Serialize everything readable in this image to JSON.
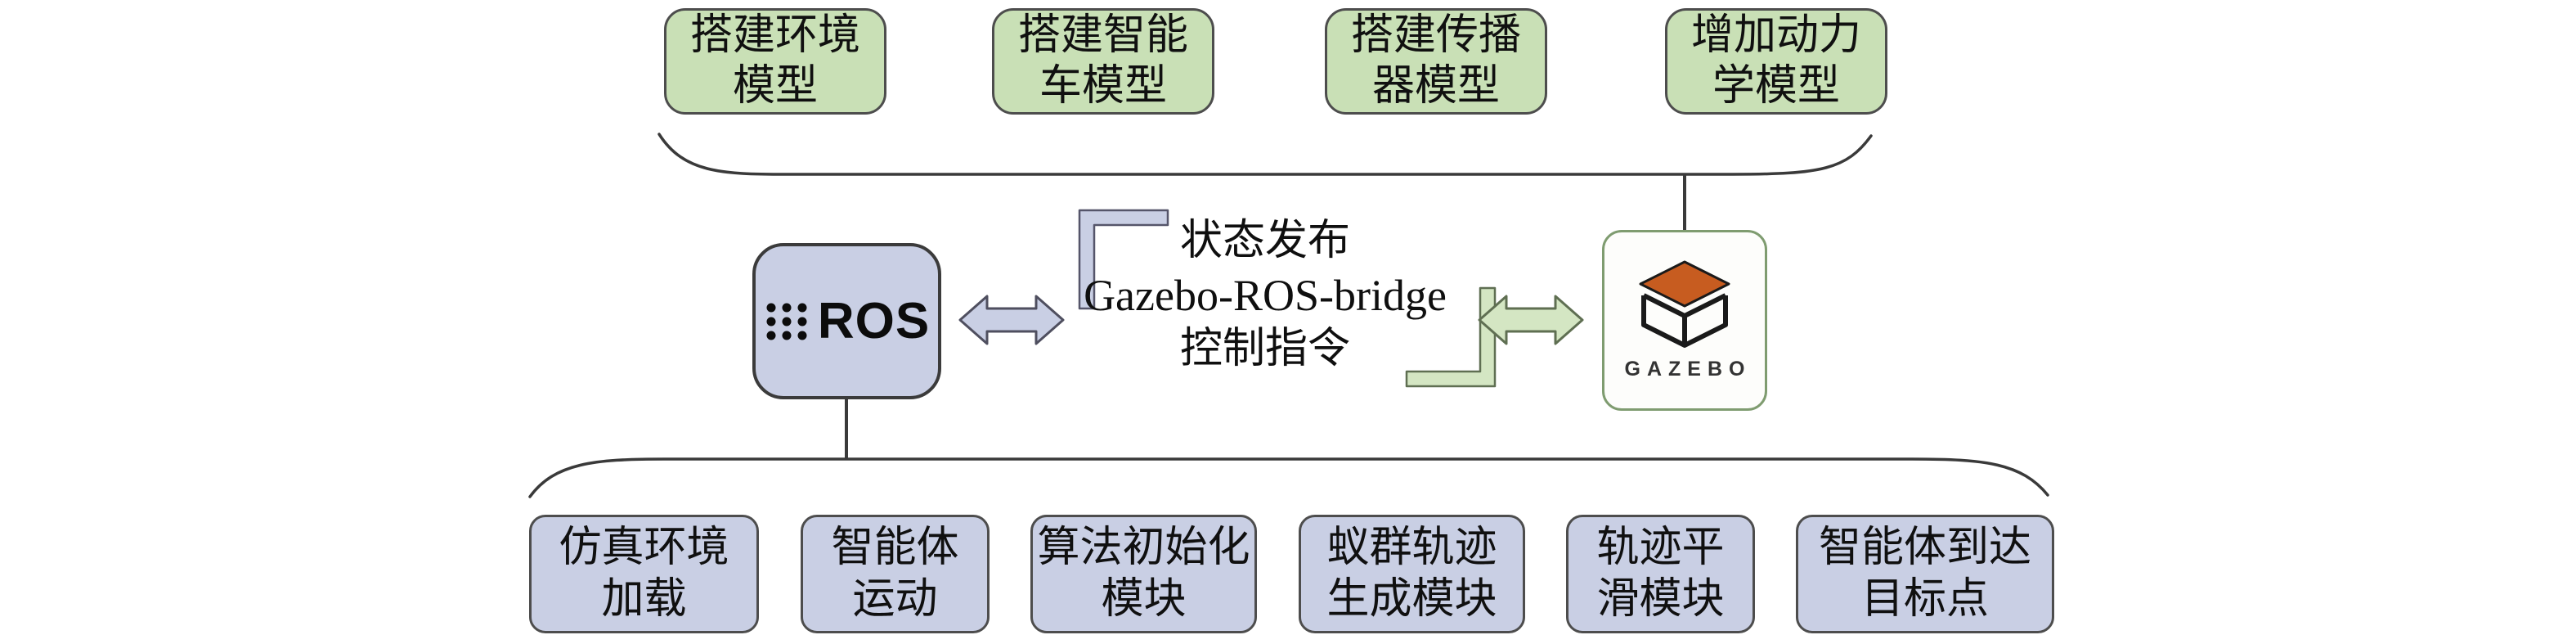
{
  "diagram": {
    "name": "ROS-Gazebo simulation architecture diagram"
  },
  "colors": {
    "top_box_fill": "#c9e0b6",
    "bottom_box_fill": "#c9cfe4",
    "ros_box_fill": "#c9cfe4",
    "gazebo_box_border": "#7f9c70",
    "left_arrow_fill": "#c9cfe4",
    "right_arrow_fill": "#d4e6c3",
    "gazebo_logo_orange": "#c75c20",
    "line_color": "#3a3a3a"
  },
  "top_boxes": [
    {
      "label": "搭建环境\n模型"
    },
    {
      "label": "搭建智能\n车模型"
    },
    {
      "label": "搭建传播\n器模型"
    },
    {
      "label": "增加动力\n学模型"
    }
  ],
  "middle": {
    "ros_label": "ROS",
    "bridge_top": "状态发布",
    "bridge_mid": "Gazebo-ROS-bridge",
    "bridge_bottom": "控制指令",
    "gazebo_label": "GAZEBO"
  },
  "bottom_boxes": [
    {
      "label": "仿真环境\n加载"
    },
    {
      "label": "智能体\n运动"
    },
    {
      "label": "算法初始化\n模块"
    },
    {
      "label": "蚁群轨迹\n生成模块"
    },
    {
      "label": "轨迹平\n滑模块"
    },
    {
      "label": "智能体到达\n目标点"
    }
  ]
}
